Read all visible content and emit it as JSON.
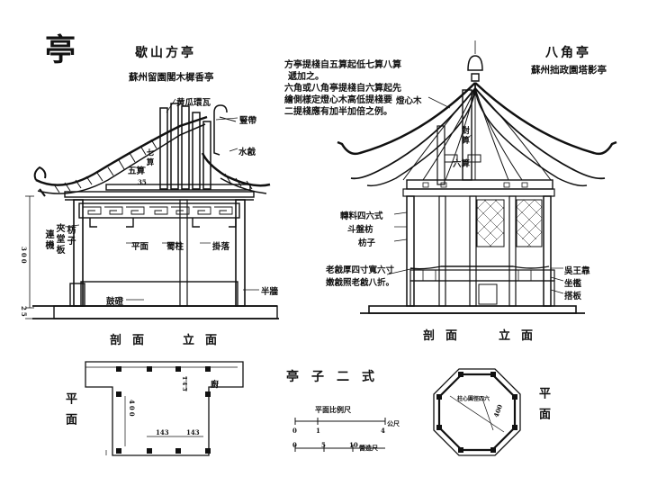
{
  "page_char": "亭",
  "left": {
    "title": "歇山方亭",
    "subtitle": "蘇州留園閣木樨香亭",
    "labels": {
      "gua": "黄瓜環瓦",
      "jiantou": "豎帶",
      "shuizhan": "水戧",
      "wujie": "五算",
      "qijie": "七算",
      "wu35": "35",
      "fangzi": "枋子",
      "jiatang": "夾堂板",
      "lianji": "連機",
      "pingmian": "平面",
      "zhuzhu": "蜀柱",
      "guaju": "掛落",
      "guluo": "鼓磴",
      "banqiang": "半牆",
      "dim1": "300",
      "dim2": "25"
    },
    "caption": [
      "剖面",
      "立面"
    ]
  },
  "note": [
    "方亭提棧自五算起低七算八算",
    "遞加之。",
    "六角或八角亭提棧自六算起先",
    "繪側樣定燈心木高低提棧要",
    "二提棧應有加半加倍之例。"
  ],
  "right": {
    "title": "八角亭",
    "subtitle": "蘇州拙政園塔影亭",
    "labels": {
      "dengxin": "燈心木",
      "duibao": "對算",
      "liujie": "六算",
      "jiaxiao": "轉料四六式",
      "doupan": "斗盤枋",
      "fang": "枋子",
      "lao": "老戧厚四寸寬六寸",
      "lao2": "嫩戧照老戧八折。",
      "wang": "吳王靠",
      "zuojian": "坐檻",
      "zhiban": "搭板"
    },
    "caption": [
      "剖面",
      "立面"
    ]
  },
  "bottom": {
    "center_title": "亭子二式",
    "scale1": {
      "label": "平面比例尺",
      "ticks": [
        "0",
        "1",
        "4",
        "公尺"
      ]
    },
    "scale2": {
      "ticks": [
        "0",
        "5",
        "10",
        "營造尺"
      ]
    },
    "left_vert": "平面",
    "right_vert": "平面",
    "dims": {
      "d1": "143",
      "d2": "143",
      "d3": "400",
      "d4": "143",
      "hall": "廚",
      "oct": "柱心圓徑四六",
      "oct_dim": "400"
    }
  }
}
